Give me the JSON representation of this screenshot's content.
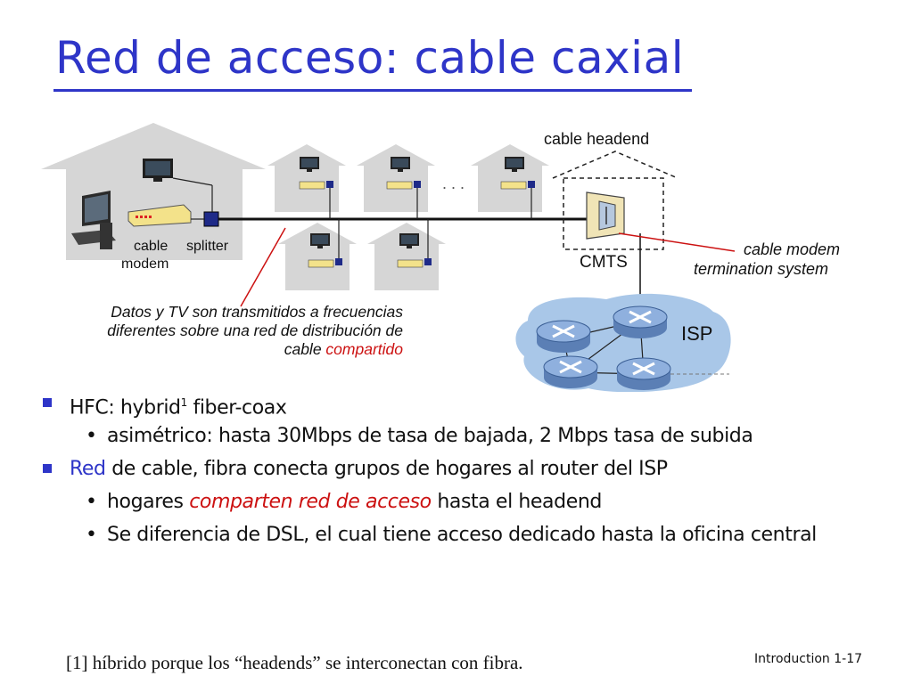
{
  "slide": {
    "title": "Red de acceso: cable caxial",
    "footer_label": "Introduction",
    "slide_number": "1-17",
    "footnote": "[1] híbrido porque los “headends” se interconectan con fibra."
  },
  "diagram": {
    "cable_headend": "cable headend",
    "cable_modem_1": "cable",
    "cable_modem_2": "modem",
    "splitter": "splitter",
    "cmts": "CMTS",
    "cmts_desc_1": "cable modem",
    "cmts_desc_2": "termination system",
    "isp": "ISP",
    "ellipsis": ". . .",
    "caption_1": "Datos y TV son transmitidos a frecuencias",
    "caption_2": "diferentes sobre una red de distribución de",
    "caption_3a": "cable ",
    "caption_3b": "compartido"
  },
  "bullets": {
    "b1_text": "HFC: hybrid",
    "b1_sup": "1",
    "b1_tail": " fiber-coax",
    "b1_sub1": "asimétrico: hasta 30Mbps de tasa de bajada, 2 Mbps tasa de subida",
    "b2_blue": "Red",
    "b2_rest": " de cable, fibra conecta grupos de hogares al router del ISP",
    "b2_sub1_a": "hogares ",
    "b2_sub1_red": "comparten red de acceso",
    "b2_sub1_b": " hasta el headend",
    "b2_sub2": "Se diferencia de DSL, el cual tiene acceso dedicado hasta la oficina central"
  },
  "colors": {
    "title": "#2e35c8",
    "accent_red": "#cc1111",
    "house": "#d6d6d6",
    "isp_cloud": "#a9c7e8"
  }
}
